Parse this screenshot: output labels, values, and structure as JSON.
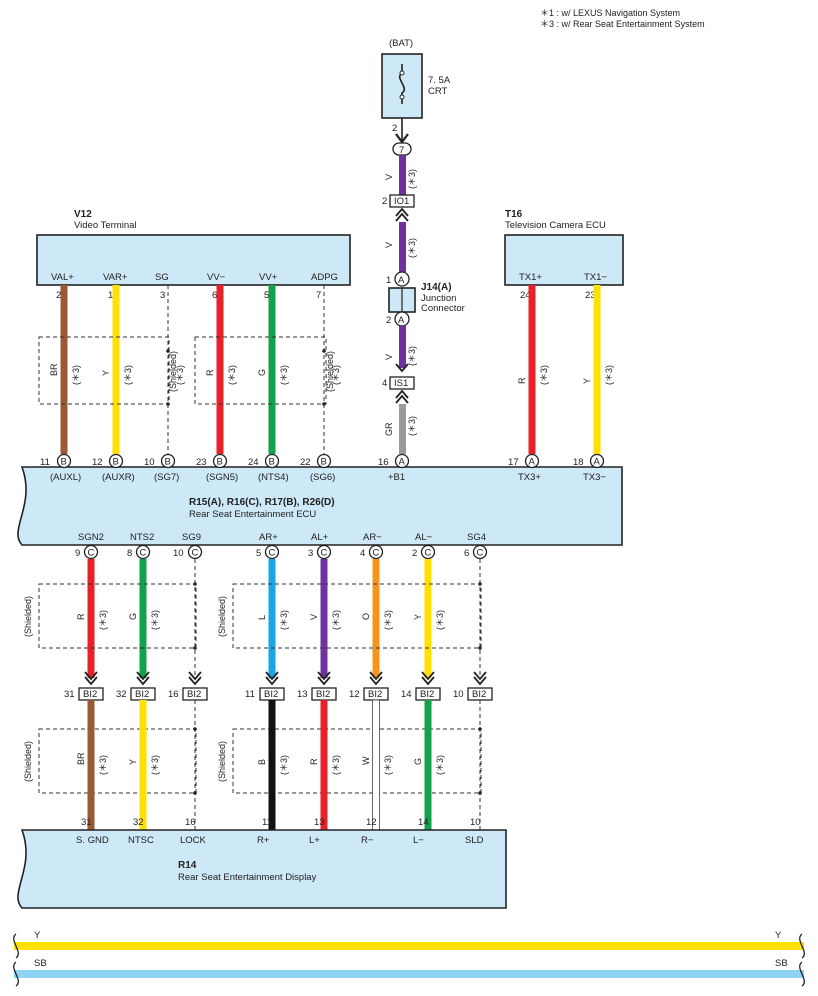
{
  "notes": [
    "＊1 : w/ LEXUS Navigation System",
    "＊3 : w/ Rear Seat Entertainment System"
  ],
  "colors": {
    "V": "#7030a0",
    "BR": "#9b5a36",
    "Y": "#ffe000",
    "R": "#e8202a",
    "G": "#12a24a",
    "GR": "#9a9a9a",
    "L": "#17a8e3",
    "O": "#f7941d",
    "B": "#111111",
    "W": "#ffffff",
    "SB": "#8fd3f4",
    "box": "#cde8f7"
  },
  "fuse": {
    "source": "(BAT)",
    "rating": "7. 5A",
    "name": "CRT",
    "pin": "2"
  },
  "junction_pins": {
    "top": "7",
    "mid": "2",
    "io": "IO1",
    "is": "IS1",
    "is_pin": "4"
  },
  "junction_connector": {
    "code": "J14(A)",
    "line1": "Junction",
    "line2": "Connector",
    "pin_a1": "1",
    "pin_a2": "2",
    "letter": "A"
  },
  "v12": {
    "code": "V12",
    "name": "Video Terminal",
    "pins": [
      {
        "label": "VAL+",
        "num": "2",
        "wire": "BR",
        "note": "(＊3)"
      },
      {
        "label": "VAR+",
        "num": "1",
        "wire": "Y",
        "note": "(＊3)"
      },
      {
        "label": "SG",
        "num": "3",
        "wire": "",
        "note": "(＊3)"
      },
      {
        "label": "VV−",
        "num": "6",
        "wire": "R",
        "note": "(＊3)"
      },
      {
        "label": "VV+",
        "num": "5",
        "wire": "G",
        "note": "(＊3)"
      },
      {
        "label": "ADPG",
        "num": "7",
        "wire": "",
        "note": "(＊3)"
      }
    ],
    "shielded": "(Shielded)"
  },
  "t16": {
    "code": "T16",
    "name": "Television Camera ECU",
    "pins": [
      {
        "label": "TX1+",
        "num": "24",
        "wire": "R",
        "note": "(＊3)"
      },
      {
        "label": "TX1−",
        "num": "23",
        "wire": "Y",
        "note": "(＊3)"
      }
    ]
  },
  "bat_wires": [
    {
      "wire": "V",
      "note": "(＊3)"
    },
    {
      "wire": "V",
      "note": "(＊3)"
    },
    {
      "wire": "V",
      "note": "(＊3)"
    },
    {
      "wire": "GR",
      "note": "(＊3)"
    }
  ],
  "ecu": {
    "codes": "R15(A), R16(C), R17(B), R26(D)",
    "name": "Rear Seat Entertainment ECU",
    "top_pins": [
      {
        "num": "11",
        "conn": "B",
        "label": "(AUXL)"
      },
      {
        "num": "12",
        "conn": "B",
        "label": "(AUXR)"
      },
      {
        "num": "10",
        "conn": "B",
        "label": "(SG7)"
      },
      {
        "num": "23",
        "conn": "B",
        "label": "(SGN5)"
      },
      {
        "num": "24",
        "conn": "B",
        "label": "(NTS4)"
      },
      {
        "num": "22",
        "conn": "B",
        "label": "(SG6)"
      },
      {
        "num": "16",
        "conn": "A",
        "label": "+B1"
      },
      {
        "num": "17",
        "conn": "A",
        "label": "TX3+"
      },
      {
        "num": "18",
        "conn": "A",
        "label": "TX3−"
      }
    ],
    "bottom_pins": [
      {
        "label": "SGN2",
        "num": "9",
        "conn": "C",
        "wire": "R"
      },
      {
        "label": "NTS2",
        "num": "8",
        "conn": "C",
        "wire": "G"
      },
      {
        "label": "SG9",
        "num": "10",
        "conn": "C",
        "wire": ""
      },
      {
        "label": "AR+",
        "num": "5",
        "conn": "C",
        "wire": "L"
      },
      {
        "label": "AL+",
        "num": "3",
        "conn": "C",
        "wire": "V"
      },
      {
        "label": "AR−",
        "num": "4",
        "conn": "C",
        "wire": "O"
      },
      {
        "label": "AL−",
        "num": "2",
        "conn": "C",
        "wire": "Y"
      },
      {
        "label": "SG4",
        "num": "6",
        "conn": "C",
        "wire": ""
      }
    ]
  },
  "bi2": {
    "name": "BI2",
    "pins": [
      {
        "num": "31",
        "wire": "BR"
      },
      {
        "num": "32",
        "wire": "Y"
      },
      {
        "num": "16",
        "wire": ""
      },
      {
        "num": "11",
        "wire": "B"
      },
      {
        "num": "13",
        "wire": "R"
      },
      {
        "num": "12",
        "wire": "W"
      },
      {
        "num": "14",
        "wire": "G"
      },
      {
        "num": "10",
        "wire": ""
      }
    ]
  },
  "r14": {
    "code": "R14",
    "name": "Rear Seat Entertainment Display",
    "pins": [
      {
        "num": "31",
        "label": "S. GND"
      },
      {
        "num": "32",
        "label": "NTSC"
      },
      {
        "num": "16",
        "label": "LOCK"
      },
      {
        "num": "11",
        "label": "R+"
      },
      {
        "num": "13",
        "label": "L+"
      },
      {
        "num": "12",
        "label": "R−"
      },
      {
        "num": "14",
        "label": "L−"
      },
      {
        "num": "10",
        "label": "SLD"
      }
    ]
  },
  "wire_note": "(＊3)",
  "shielded": "(Shielded)",
  "legend": [
    {
      "code": "Y",
      "color": "#ffe000"
    },
    {
      "code": "SB",
      "color": "#8fd3f4"
    }
  ]
}
